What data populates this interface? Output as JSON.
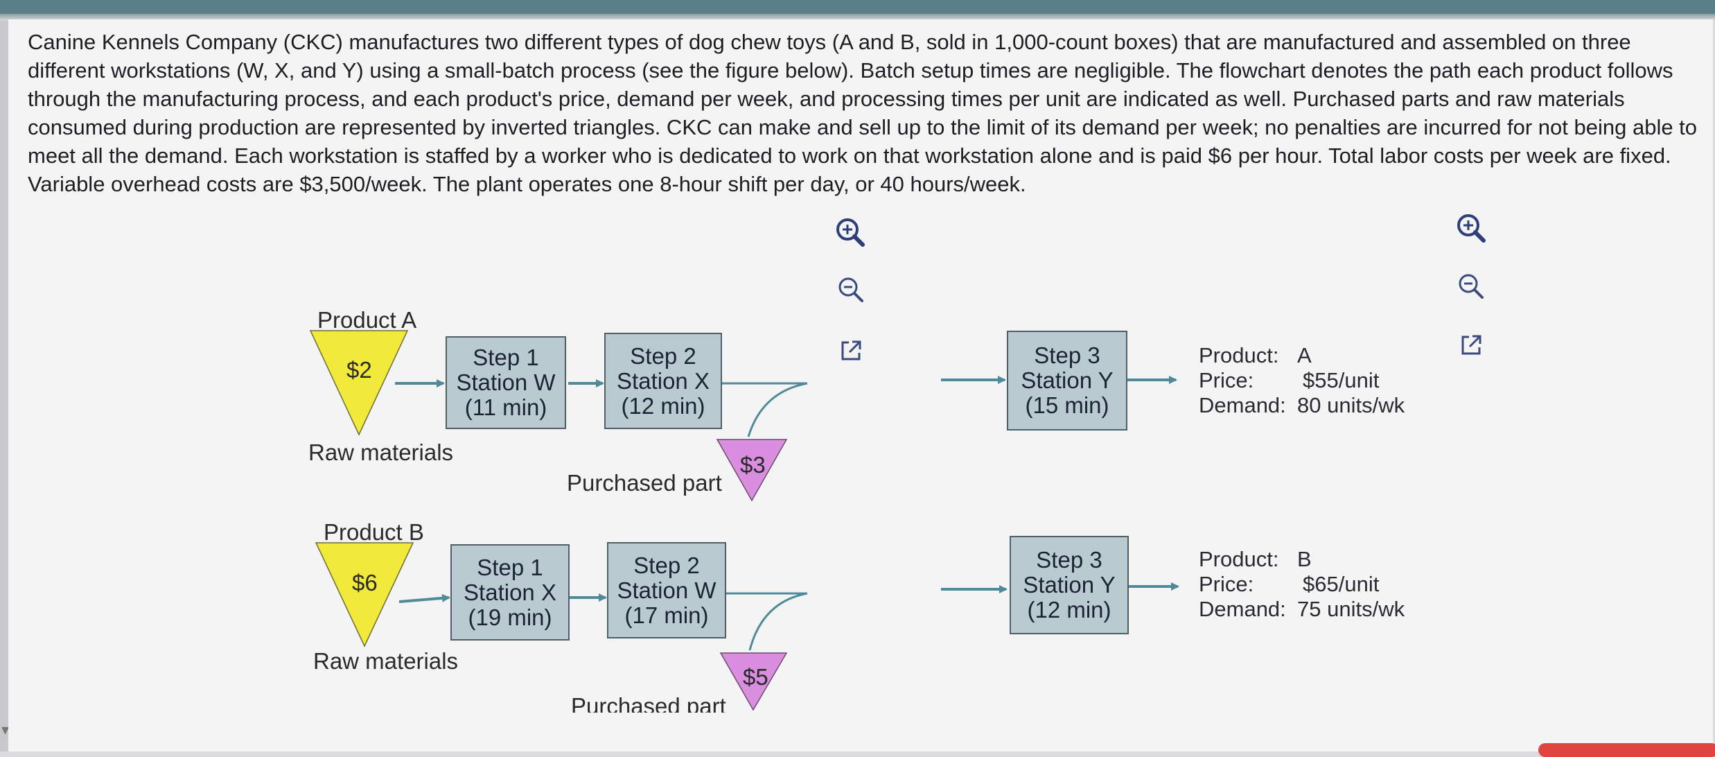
{
  "problem_text": "Canine Kennels Company (CKC) manufactures two different types of dog chew toys (A and B, sold in 1,000-count boxes) that are manufactured and assembled on three different workstations (W, X, and Y) using a small-batch process (see the figure below). Batch setup times are negligible. The flowchart denotes the path each product follows through the manufacturing process, and each product's price, demand per week, and processing times per unit are indicated as well. Purchased parts and raw materials consumed during production are represented by inverted triangles. CKC can make and sell up to the limit of its demand per week; no penalties are incurred for not being able to meet all the demand. Each workstation is staffed by a worker who is dedicated to work on that workstation alone and is paid $6 per hour. Total labor costs per week are fixed. Variable overhead costs are $3,500/week. The plant operates one 8-hour shift per day, or 40 hours/week.",
  "toolbar_icons": [
    "zoom-in-icon",
    "zoom-out-icon",
    "open-external-icon"
  ],
  "product_a": {
    "title": "Product A",
    "raw_cost": "$2",
    "raw_label": "Raw materials",
    "step1": {
      "line1": "Step 1",
      "line2": "Station W",
      "line3": "(11 min)"
    },
    "step2": {
      "line1": "Step 2",
      "line2": "Station X",
      "line3": "(12 min)"
    },
    "purchased_cost": "$3",
    "purchased_label": "Purchased part",
    "step3": {
      "line1": "Step 3",
      "line2": "Station Y",
      "line3": "(15 min)"
    },
    "info": {
      "product_key": "Product:",
      "product_val": "A",
      "price_key": "Price:",
      "price_val": "$55/unit",
      "demand_key": "Demand:",
      "demand_val": "80 units/wk"
    }
  },
  "product_b": {
    "title": "Product B",
    "raw_cost": "$6",
    "raw_label": "Raw materials",
    "step1": {
      "line1": "Step 1",
      "line2": "Station X",
      "line3": "(19 min)"
    },
    "step2": {
      "line1": "Step 2",
      "line2": "Station W",
      "line3": "(17 min)"
    },
    "purchased_cost": "$5",
    "purchased_label": "Purchased part",
    "step3": {
      "line1": "Step 3",
      "line2": "Station Y",
      "line3": "(12 min)"
    },
    "info": {
      "product_key": "Product:",
      "product_val": "B",
      "price_key": "Price:",
      "price_val": "$65/unit",
      "demand_key": "Demand:",
      "demand_val": "75 units/wk"
    }
  },
  "colors": {
    "raw_triangle": "#f2ea3a",
    "purchased_triangle": "#d98ee0",
    "station_box": "#b9cbd1",
    "arrow": "#4f8a99"
  }
}
